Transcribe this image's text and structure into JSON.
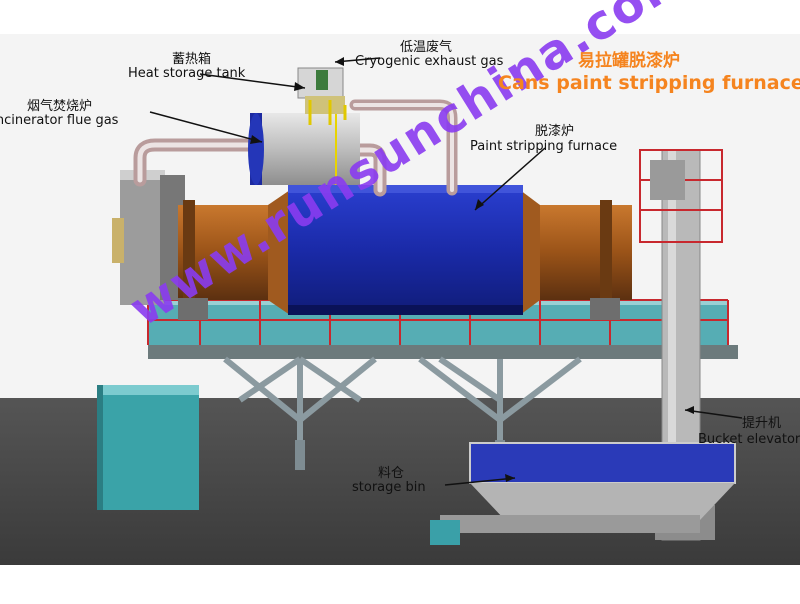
{
  "title": {
    "zh": "易拉罐脱漆炉",
    "en": "Cans paint stripping furnace"
  },
  "labels": {
    "heat_storage": {
      "zh": "蓄热箱",
      "en": "Heat storage tank"
    },
    "cryogenic": {
      "zh": "低温废气",
      "en": "Cryogenic exhaust gas"
    },
    "incinerator": {
      "zh": "烟气焚烧炉",
      "en": "Incinerator flue gas"
    },
    "furnace": {
      "zh": "脱漆炉",
      "en": "Paint stripping furnace"
    },
    "elevator": {
      "zh": "提升机",
      "en": "Bucket elevator"
    },
    "bin": {
      "zh": "料仓",
      "en": "storage bin"
    }
  },
  "watermark": "www.runsunchina.com",
  "colors": {
    "title": "#f5841f",
    "furnace_blue": "#1e2fb0",
    "rust": "#a35a1e",
    "teal_frame": "#3aa0a8",
    "ground": "#4a4a4a",
    "watermark": "#8a3cf0"
  }
}
